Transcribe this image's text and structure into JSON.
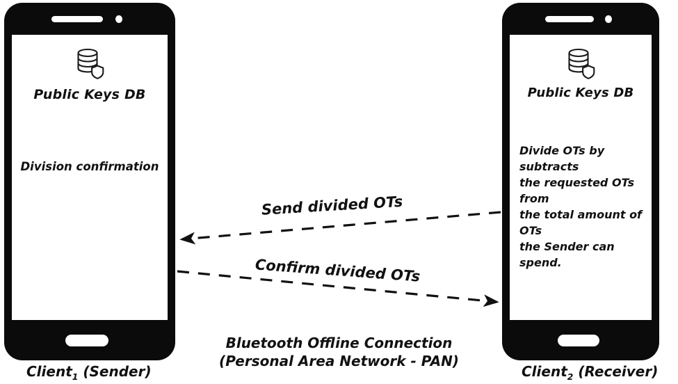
{
  "diagram": {
    "title_caption_line1": "Bluetooth Offline Connection",
    "title_caption_line2": "(Personal Area Network - PAN)"
  },
  "left_phone": {
    "caption_name": "Client",
    "caption_subscript": "1",
    "caption_role": "(Sender)",
    "db_icon": "database-shield-icon",
    "db_title": "Public Keys DB",
    "body_text": "Division confirmation"
  },
  "right_phone": {
    "caption_name": "Client",
    "caption_subscript": "2",
    "caption_role": "(Receiver)",
    "db_icon": "database-shield-icon",
    "db_title": "Public Keys DB",
    "body_line1": "Divide OTs by subtracts",
    "body_line2": "the requested OTs from",
    "body_line3": "the total amount of OTs",
    "body_line4": "the Sender can spend."
  },
  "arrows": [
    {
      "id": "send-divided-ots",
      "label": "Send divided OTs",
      "direction": "right-to-left",
      "style": "dashed"
    },
    {
      "id": "confirm-divided-ots",
      "label": "Confirm divided OTs",
      "direction": "left-to-right",
      "style": "dashed"
    }
  ],
  "colors": {
    "phone_body": "#0b0b0b",
    "screen": "#ffffff",
    "ink": "#111111",
    "background": "#ffffff"
  }
}
